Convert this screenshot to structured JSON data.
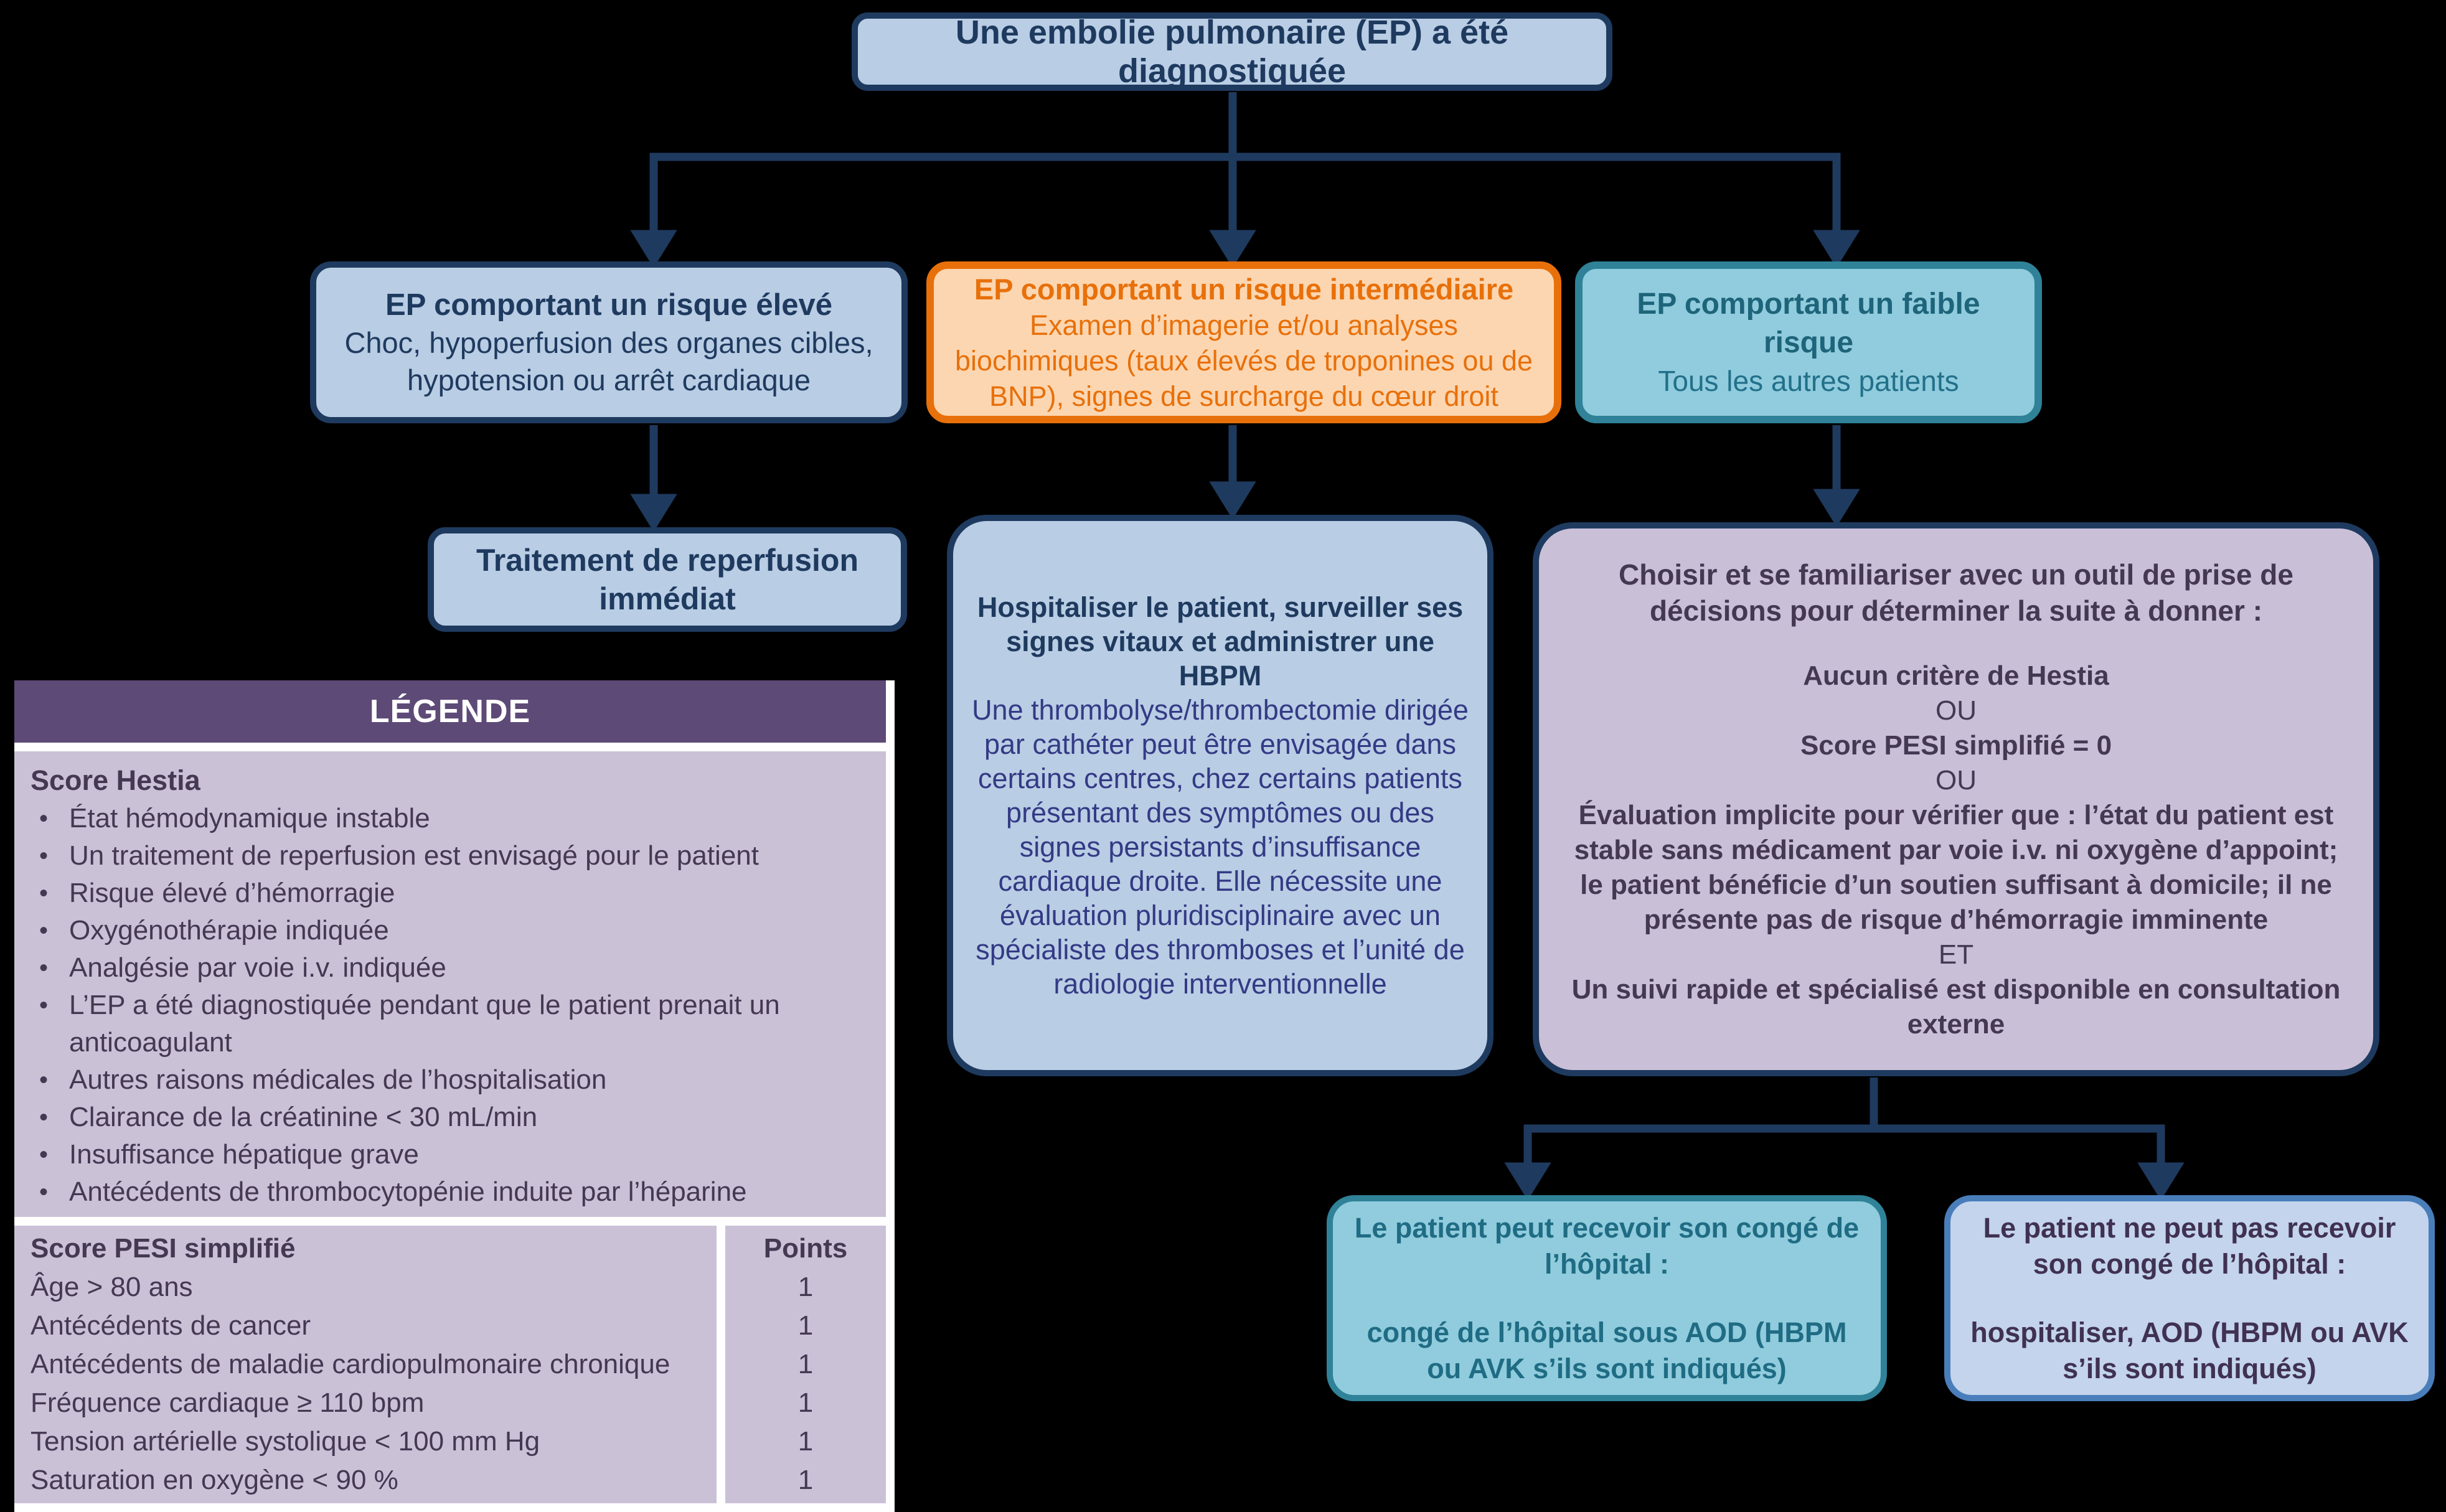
{
  "root_box": {
    "label": "Une embolie pulmonaire (EP) a été diagnostiquée"
  },
  "branch_high": {
    "title": "EP comportant un risque élevé",
    "body": "Choc, hypoperfusion des organes cibles, hypotension ou arrêt cardiaque"
  },
  "branch_intermediate": {
    "title": "EP comportant un risque intermédiaire",
    "body": "Examen d’imagerie et/ou analyses biochimiques (taux élevés de troponines ou de BNP), signes de surcharge du cœur droit"
  },
  "branch_low": {
    "title": "EP comportant un faible risque",
    "body": "Tous les autres patients"
  },
  "reperfusion_box": {
    "label": "Traitement de reperfusion immédiat"
  },
  "hospitalize_box": {
    "title": "Hospitaliser le patient, surveiller ses signes vitaux et administrer une HBPM",
    "body": "Une thrombolyse/thrombectomie dirigée par cathéter peut être envisagée dans certains centres, chez certains patients présentant des symptômes ou des signes persistants d’insuffisance cardiaque droite. Elle nécessite une évaluation pluridisciplinaire avec un spécialiste des thromboses et l’unité de radiologie interventionnelle"
  },
  "decision_box": {
    "title": "Choisir et se familiariser avec un outil de prise de décisions pour déterminer la suite à donner :",
    "lines": [
      "Aucun critère de Hestia",
      "OU",
      "Score PESI simplifié = 0",
      "OU",
      "Évaluation implicite pour vérifier que : l’état du patient est stable sans médicament par voie i.v. ni oxygène d’appoint; le patient bénéficie d’un soutien suffisant à domicile; il ne présente pas de risque d’hémorragie imminente",
      "ET",
      "Un suivi rapide et spécialisé est disponible en consultation externe"
    ]
  },
  "discharge_yes_box": {
    "title": "Le patient peut recevoir son congé de l’hôpital :",
    "body": "congé de l’hôpital sous AOD (HBPM ou AVK s’ils sont indiqués)"
  },
  "discharge_no_box": {
    "title": "Le patient ne peut pas recevoir son congé de l’hôpital :",
    "body": "hospitaliser, AOD (HBPM ou AVK s’ils sont indiqués)"
  },
  "legend": {
    "header": "LÉGENDE",
    "hestia_title": "Score Hestia",
    "hestia_items": [
      "État hémodynamique instable",
      "Un traitement de reperfusion est envisagé pour le patient",
      "Risque élevé d’hémorragie",
      "Oxygénothérapie indiquée",
      "Analgésie par voie i.v. indiquée",
      "L’EP a été diagnostiquée pendant que le patient prenait un anticoagulant",
      "Autres raisons médicales de l’hospitalisation",
      "Clairance de la créatinine < 30 mL/min",
      "Insuffisance hépatique grave",
      "Antécédents de thrombocytopénie induite par l’héparine"
    ],
    "pesi_title": "Score PESI simplifié",
    "pesi_points_header": "Points",
    "pesi_rows": [
      {
        "label": "Âge > 80 ans",
        "points": "1"
      },
      {
        "label": "Antécédents de cancer",
        "points": "1"
      },
      {
        "label": "Antécédents de maladie cardiopulmonaire chronique",
        "points": "1"
      },
      {
        "label": "Fréquence cardiaque ≥ 110 bpm",
        "points": "1"
      },
      {
        "label": "Tension artérielle systolique < 100 mm Hg",
        "points": "1"
      },
      {
        "label": "Saturation en oxygène < 90 %",
        "points": "1"
      }
    ]
  },
  "colors": {
    "background": "#000000",
    "navy_line": "#1f3a5f",
    "light_blue_fill": "#b9cde4",
    "indigo_body_text": "#333a85",
    "orange": "#e8700a",
    "orange_fill": "#fcd6b1",
    "teal_border": "#2f8298",
    "teal_fill": "#90ccdd",
    "teal_text": "#1f6c84",
    "purple_fill": "#c9c0d8",
    "purple_text": "#443852",
    "legend_header_bg": "#5d4a77",
    "legend_body_bg": "#cbc1d7",
    "blue_border": "#4a7ebb",
    "pale_blue_fill": "#c3d4ec"
  }
}
